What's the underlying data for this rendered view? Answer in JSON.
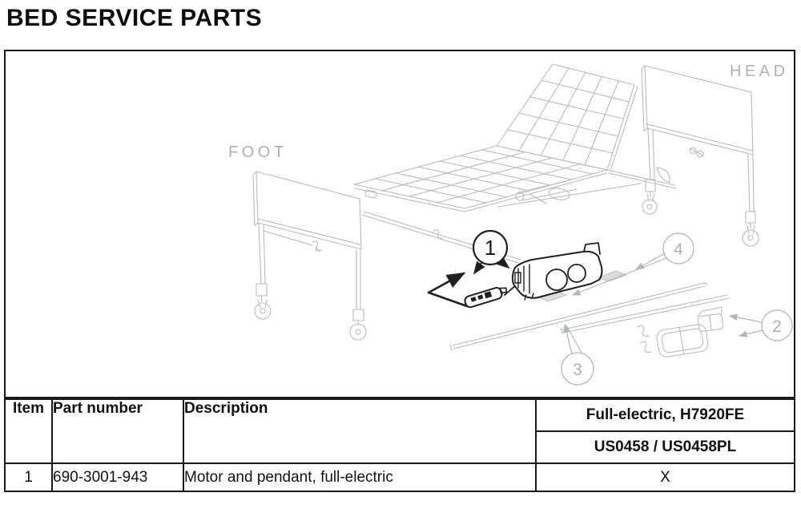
{
  "page": {
    "title": "BED SERVICE PARTS"
  },
  "diagram": {
    "labels": {
      "foot": "FOOT",
      "head": "HEAD"
    },
    "callouts": [
      {
        "number": "1",
        "style": "dark",
        "points_to": "motor and pendant"
      },
      {
        "number": "2",
        "style": "light",
        "points_to": "junction box and frame bracket"
      },
      {
        "number": "3",
        "style": "light",
        "points_to": "drive rod"
      },
      {
        "number": "4",
        "style": "light",
        "points_to": "mounting pads"
      }
    ]
  },
  "table": {
    "headers": {
      "item": "Item",
      "part_number": "Part number",
      "description": "Description",
      "model": "Full-electric, H7920FE",
      "model_codes": "US0458 / US0458PL"
    },
    "rows": [
      {
        "item": "1",
        "part_number": "690-3001-943",
        "description": "Motor and pendant, full-electric",
        "applicability": "X"
      }
    ]
  },
  "colors": {
    "line_light": "#b7bbb9",
    "line_dark": "#1f1f1f",
    "pad_fill": "#dadddb",
    "border": "#1a1a1a"
  }
}
